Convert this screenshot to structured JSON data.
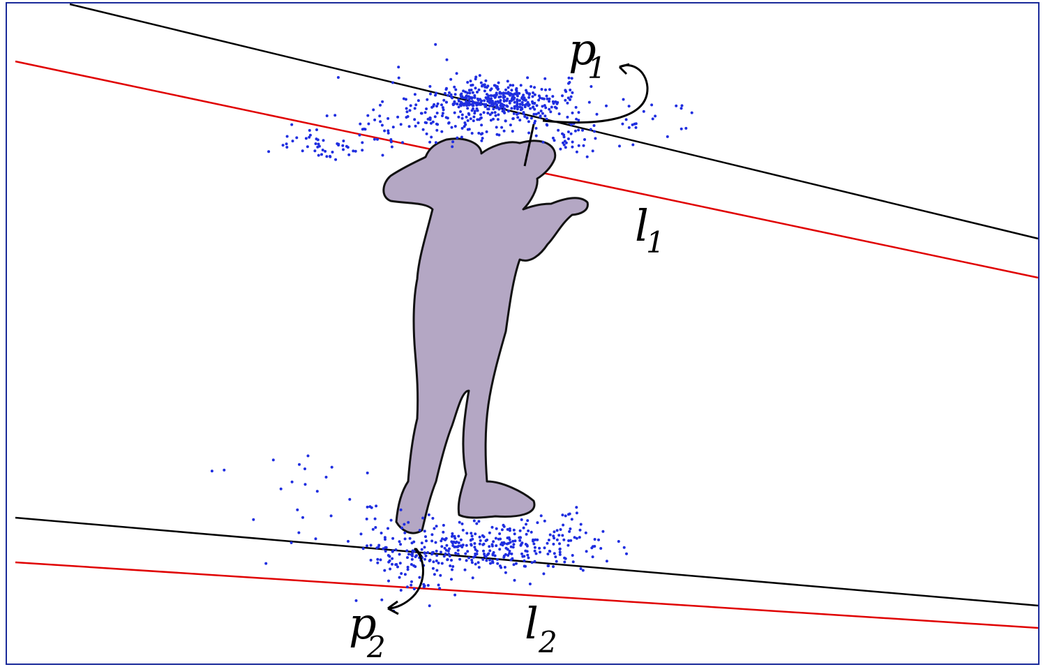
{
  "labels": {
    "p1": {
      "main": "p",
      "sub": "1"
    },
    "p2": {
      "main": "p",
      "sub": "2"
    },
    "l1": {
      "main": "l",
      "sub": "1"
    },
    "l2": {
      "main": "l",
      "sub": "2"
    }
  },
  "colors": {
    "frame_border": "#1a2a9a",
    "black_line": "#000000",
    "red_line": "#e00000",
    "silhouette_fill": "#b4a7c4",
    "silhouette_stroke": "#111111",
    "points": "#1f2ee0"
  }
}
